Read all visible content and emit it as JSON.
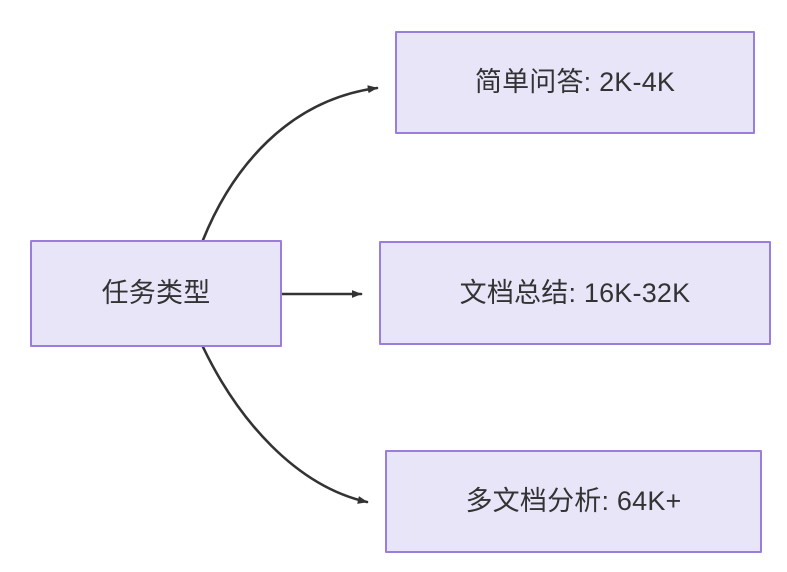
{
  "diagram": {
    "type": "flowchart",
    "direction": "left-to-right",
    "background_color": "#ffffff",
    "node_fill_color": "#E9E5F9",
    "node_border_color": "#9B7EDC",
    "node_text_color": "#333333",
    "edge_color": "#333333",
    "root": {
      "id": "root",
      "label": "任务类型"
    },
    "branches": [
      {
        "id": "simple-qa",
        "label": "简单问答: 2K-4K",
        "task": "简单问答",
        "context_length": "2K-4K",
        "edge_style": "curved"
      },
      {
        "id": "doc-summary",
        "label": "文档总结: 16K-32K",
        "task": "文档总结",
        "context_length": "16K-32K",
        "edge_style": "straight"
      },
      {
        "id": "multi-doc",
        "label": "多文档分析: 64K+",
        "task": "多文档分析",
        "context_length": "64K+",
        "edge_style": "curved"
      }
    ]
  }
}
